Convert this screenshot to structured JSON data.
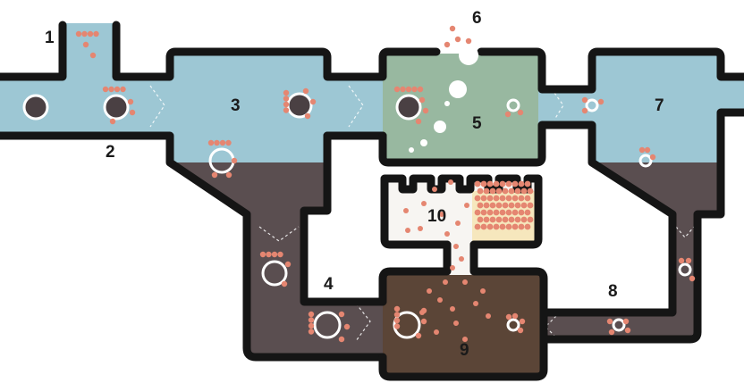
{
  "labels": {
    "l1": "1",
    "l2": "2",
    "l3": "3",
    "l4": "4",
    "l5": "5",
    "l6": "6",
    "l7": "7",
    "l8": "8",
    "l9": "9",
    "l10": "10"
  },
  "colors": {
    "water_blue": "#9dc7d4",
    "water_green": "#98b8a0",
    "sludge_dark": "#5a4e50",
    "digester_brown": "#5b4537",
    "storage_fill": "#f7f5f2",
    "storage_yellow": "#f6e7bd",
    "wall": "#151515",
    "particle": "#e58671",
    "particle_dark": "#c95e52",
    "organic": "#4a4043",
    "bubble": "#ffffff"
  }
}
